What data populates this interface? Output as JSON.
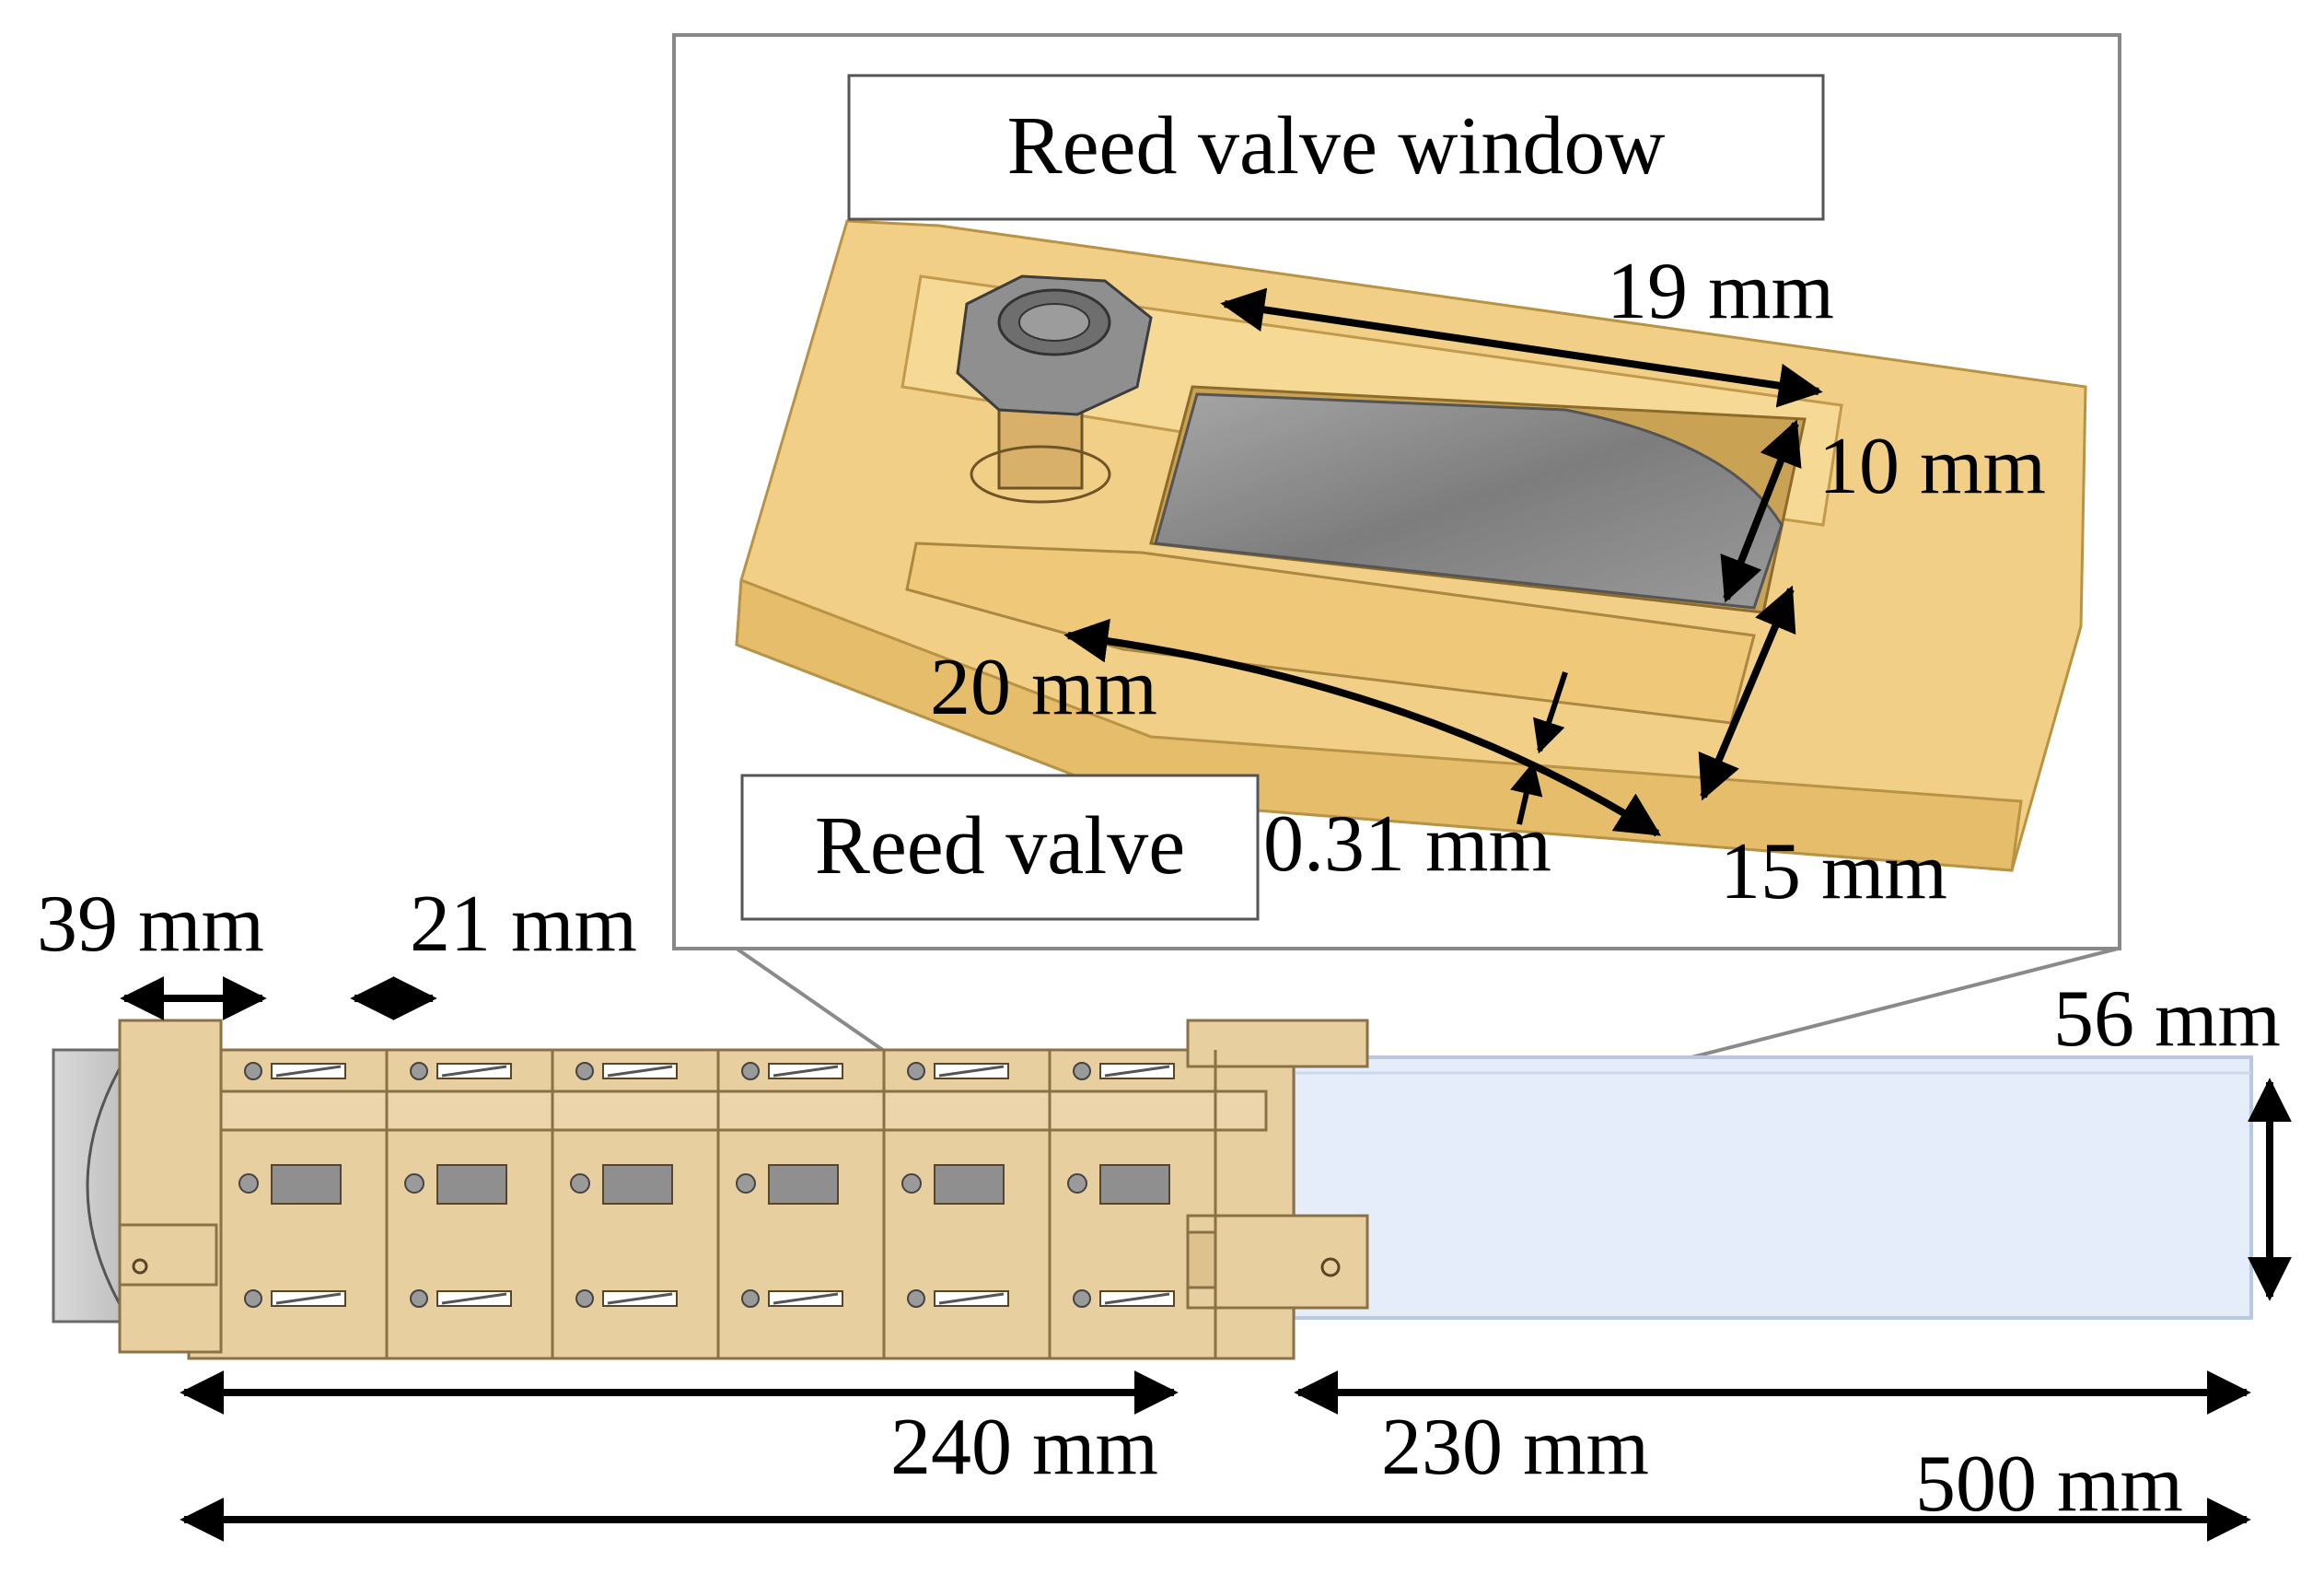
{
  "labels": {
    "reed_valve_window": "Reed valve window",
    "reed_valve": "Reed valve"
  },
  "dimensions": {
    "d19": "19 mm",
    "d10": "10 mm",
    "d20": "20 mm",
    "d031": "0.31 mm",
    "d15": "15 mm",
    "d39": "39 mm",
    "d21": "21 mm",
    "d56": "56 mm",
    "d240": "240 mm",
    "d230": "230 mm",
    "d500": "500 mm"
  },
  "colors": {
    "body": "#e8cfa0",
    "body_edge": "#8a7146",
    "window_frame": "#f0c878",
    "reed": "#8c8c8c",
    "tube": "#e3ecf8",
    "tube_edge": "#b9c8de",
    "cap": "#bdbdbd",
    "bolt": "#8f8f8f"
  },
  "segment_count": 6
}
